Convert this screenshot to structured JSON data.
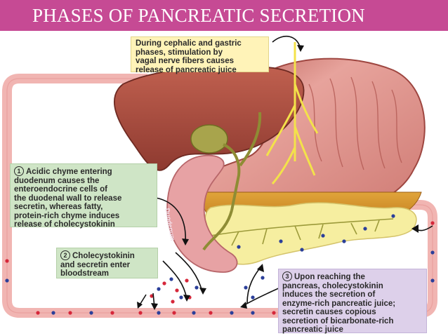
{
  "header": {
    "title": "PHASES OF PANCREATIC SECRETION"
  },
  "callouts": {
    "vagal": {
      "lines": [
        "During cephalic and gastric",
        "phases, stimulation by",
        "vagal nerve fibers causes",
        "release of pancreatic juice"
      ]
    },
    "step1": {
      "number": "1",
      "lines": [
        "Acidic chyme entering",
        "duodenum causes the",
        "enteroendocrine cells of",
        "the duodenal wall to release",
        "secretin, whereas fatty,",
        "protein-rich chyme induces",
        "release of cholecystokinin"
      ]
    },
    "step2": {
      "number": "2",
      "lines": [
        "Cholecystokinin",
        "and secretin enter",
        "bloodstream"
      ]
    },
    "step3": {
      "number": "3",
      "lines": [
        "Upon reaching the",
        "pancreas, cholecystokinin",
        "induces the secretion of",
        "enzyme-rich pancreatic juice;",
        "secretin causes copious",
        "secretion of bicarbonate-rich",
        "pancreatic juice"
      ]
    }
  },
  "diagram_labels": {
    "duodenum": "Duodenum"
  },
  "colors": {
    "title_bar": "#c64a94",
    "liver": "#a94a3e",
    "stomach": "#d87a7a",
    "pancreas": "#f6eea0",
    "gallbladder": "#a8a44c",
    "blood_vessel": "#f1b5b2",
    "nerve": "#f3e24a",
    "secretin_dot": "#d6273a",
    "cck_dot": "#2b3f9a"
  }
}
